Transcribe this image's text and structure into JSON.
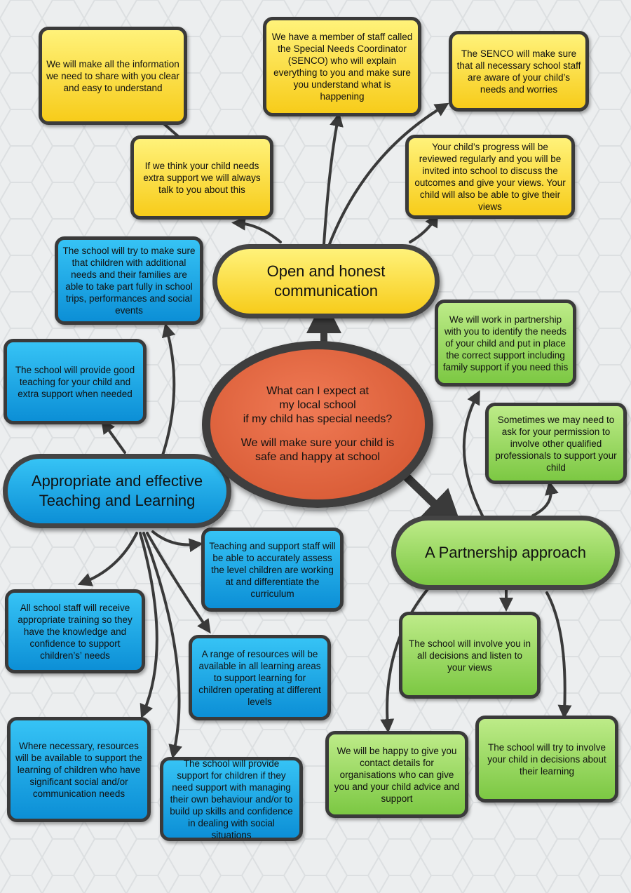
{
  "center": {
    "lines": [
      "What can I expect at",
      "my local school",
      "if my child has special needs?"
    ],
    "lines2": [
      "We will make sure your child is",
      "safe and happy at school"
    ]
  },
  "hubs": {
    "communication": "Open and honest communication",
    "teaching": "Appropriate and effective Teaching and Learning",
    "partnership": "A Partnership approach"
  },
  "communication_items": [
    "We will make all the information we need to share with you clear and easy to understand",
    "We have a member of staff called the Special Needs Coordinator (SENCO) who will explain everything to you and make sure you understand what is happening",
    "The SENCO will make sure that all necessary school staff are aware of your child’s needs and worries",
    "If we think your child needs extra support we will always talk to you about this",
    "Your child’s progress will be reviewed regularly and you will be invited into school to discuss the outcomes and give your views. Your child will also be able to give their views"
  ],
  "teaching_items": [
    "The school will try to make sure that children with additional needs and their families are able to take part fully in school trips, performances and social events",
    "The school will provide good teaching for your child and extra support when needed",
    "Teaching and support staff will be able to accurately assess the level children are working at and differentiate the curriculum",
    "All school staff will receive appropriate training so they have the knowledge and confidence to support children’s’ needs",
    "A range of resources will be available in all learning areas to support learning for children operating at different levels",
    "Where necessary, resources will be available to support the learning of children who have significant social and/or communication needs",
    "The school will provide support for children if they need support with managing their own behaviour and/or to build up skills and confidence in dealing with social situations"
  ],
  "partnership_items": [
    "We will work in partnership with you to identify the needs of your child and put in place the correct support including family support if you need this",
    "Sometimes we may need to ask for your permission to involve other qualified professionals to support your child",
    "The school will involve you in all decisions and listen to your views",
    "We will be happy to give you contact details for organisations who can give you and your child advice and support",
    "The school will try to involve your child in decisions about their learning"
  ],
  "colors": {
    "yellow": "#f7cc1a",
    "blue": "#0c8fd6",
    "green": "#7cc843",
    "center": "#d2532d",
    "connector": "#3a3a3a"
  }
}
